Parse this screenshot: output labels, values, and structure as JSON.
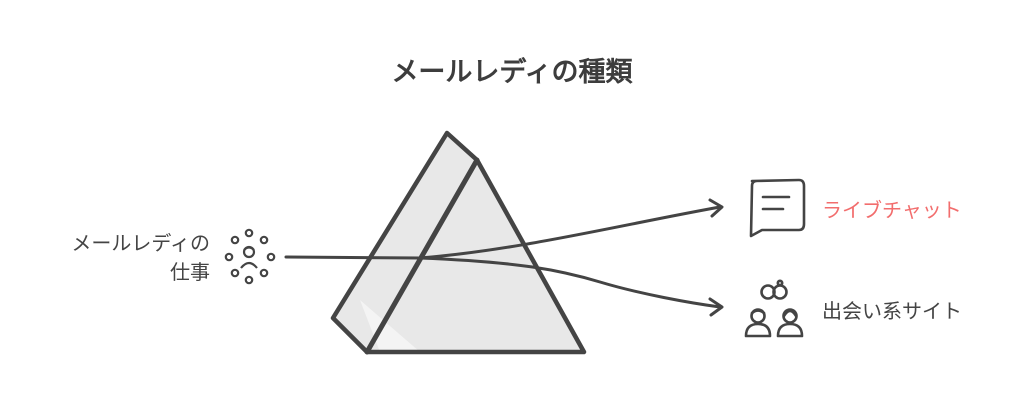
{
  "title": "メールレディの種類",
  "source": {
    "label_line1": "メールレディの",
    "label_line2": "仕事",
    "icon": "people-network-icon"
  },
  "outputs": [
    {
      "label": "ライブチャット",
      "icon": "chat-bubble-icon",
      "color": "#f26d6d"
    },
    {
      "label": "出会い系サイト",
      "icon": "couple-rings-icon",
      "color": "#444444"
    }
  ],
  "colors": {
    "stroke": "#444444",
    "prism_fill": "#e6e6e6",
    "title": "#3d3d3d",
    "accent": "#f26d6d"
  }
}
